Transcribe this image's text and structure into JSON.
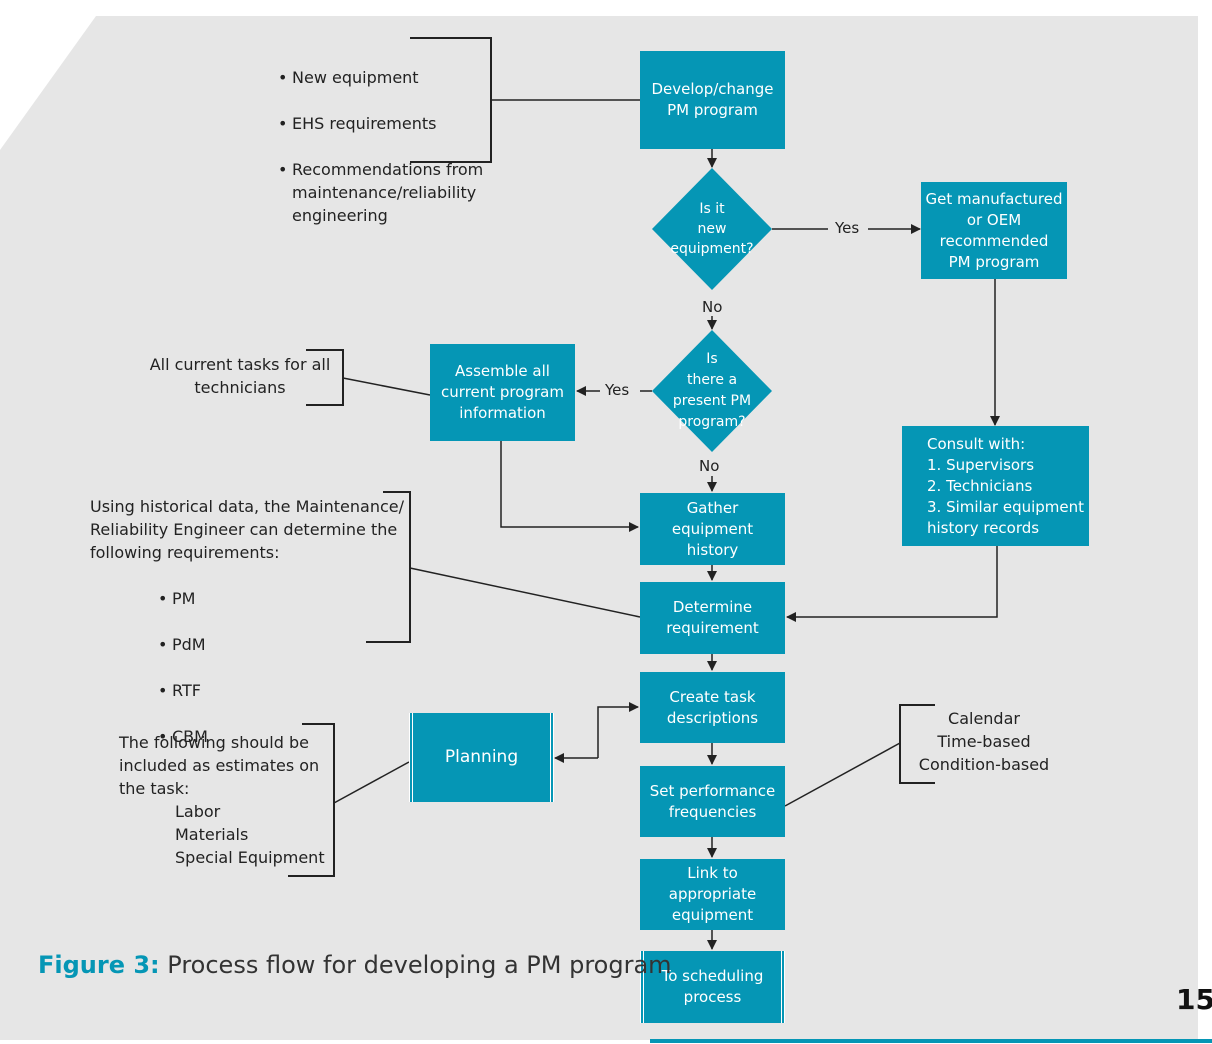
{
  "caption": {
    "figure_label": "Figure 3:",
    "text": " Process flow for developing a PM program"
  },
  "page_number": "15",
  "colors": {
    "accent": "#0596b5",
    "background": "#e6e6e6"
  },
  "nodes": {
    "develop": "Develop/change\nPM program",
    "is_new": "Is it\nnew\nequipment?",
    "get_oem": "Get manufactured\nor OEM\nrecommended\nPM program",
    "is_present": "Is\nthere a\npresent PM\nprogram?",
    "assemble": "Assemble all\ncurrent program\ninformation",
    "consult": "Consult with:\n1. Supervisors\n2. Technicians\n3. Similar equipment\n    history records",
    "gather": "Gather\nequipment\nhistory",
    "determine": "Determine\nrequirement",
    "create_task": "Create task\ndescriptions",
    "planning": "Planning",
    "set_perf": "Set performance\nfrequencies",
    "link": "Link to appropriate\nequipment",
    "to_sched": "To scheduling\nprocess"
  },
  "edge_labels": {
    "yes": "Yes",
    "no": "No"
  },
  "notes": {
    "inputs": [
      "New equipment",
      "EHS requirements",
      "Recommendations from maintenance/reliability engineering"
    ],
    "current_tasks": "All current tasks for all\ntechnicians",
    "historical_intro": "Using historical data, the Maintenance/\nReliability Engineer can determine the\nfollowing requirements:",
    "historical_items": [
      "PM",
      "PdM",
      "RTF",
      "CBM"
    ],
    "estimates_intro": "The following should be\nincluded as estimates on\nthe task:",
    "estimates_items": "Labor\nMaterials\nSpecial Equipment",
    "frequencies": "Calendar\nTime-based\nCondition-based"
  }
}
